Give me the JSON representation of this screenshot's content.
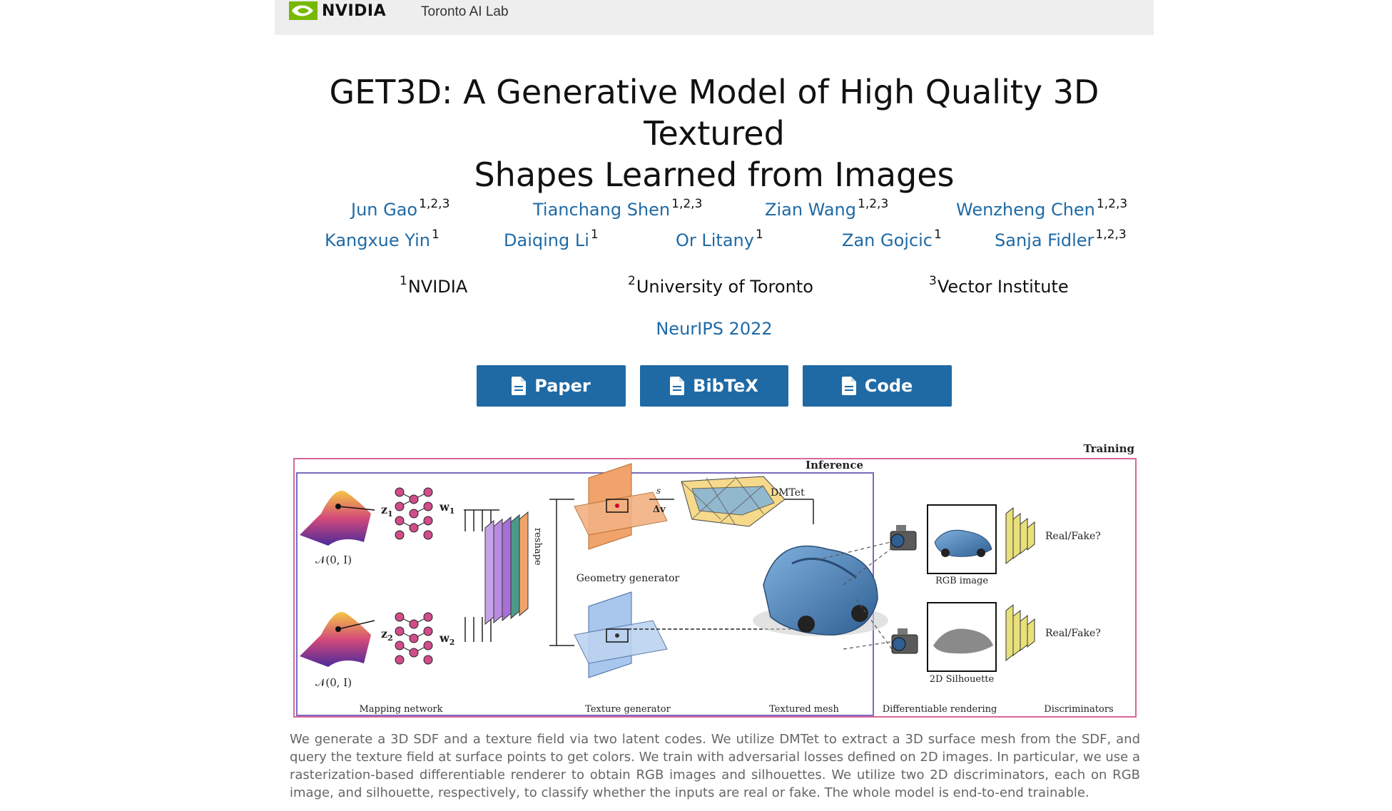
{
  "header": {
    "logo_text": "NVIDIA",
    "lab": "Toronto AI Lab"
  },
  "title_lines": [
    "GET3D: A Generative Model of High Quality 3D Textured",
    "Shapes Learned from Images"
  ],
  "authors": [
    {
      "name": "Jun Gao",
      "aff": "1,2,3"
    },
    {
      "name": "Tianchang Shen",
      "aff": "1,2,3"
    },
    {
      "name": "Zian Wang",
      "aff": "1,2,3"
    },
    {
      "name": "Wenzheng Chen",
      "aff": "1,2,3"
    },
    {
      "name": "Kangxue Yin",
      "aff": "1"
    },
    {
      "name": "Daiqing Li",
      "aff": "1"
    },
    {
      "name": "Or Litany",
      "aff": "1"
    },
    {
      "name": "Zan Gojcic",
      "aff": "1"
    },
    {
      "name": "Sanja Fidler",
      "aff": "1,2,3"
    }
  ],
  "affiliations": [
    {
      "num": "1",
      "name": "NVIDIA"
    },
    {
      "num": "2",
      "name": "University of Toronto"
    },
    {
      "num": "3",
      "name": "Vector Institute"
    }
  ],
  "venue": "NeurIPS 2022",
  "buttons": [
    {
      "label": "Paper",
      "icon": "file-icon"
    },
    {
      "label": "BibTeX",
      "icon": "file-icon"
    },
    {
      "label": "Code",
      "icon": "file-icon"
    }
  ],
  "figure": {
    "training_label": "Training",
    "inference_label": "Inference",
    "z1": "z",
    "z1_sub": "1",
    "z2": "z",
    "z2_sub": "2",
    "w1": "w",
    "w1_sub": "1",
    "w2": "w",
    "w2_sub": "2",
    "normal_label": "𝒩(0, I)",
    "reshape": "reshape",
    "si_label": "s",
    "dv_label": "Δv",
    "dmtet": "DMTet",
    "geometry_generator": "Geometry generator",
    "rgb_image": "RGB image",
    "silhouette": "2D Silhouette",
    "real_fake": "Real/Fake?",
    "bottom_labels": {
      "mapping": "Mapping network",
      "texture": "Texture generator",
      "mesh": "Textured mesh",
      "render": "Differentiable rendering",
      "disc": "Discriminators"
    },
    "colors": {
      "training_border": "#d8679a",
      "inference_border": "#7b6bbf",
      "car": "#4d88c4"
    }
  },
  "caption": "We generate a 3D SDF and a texture field via two latent codes. We utilize DMTet to extract a 3D surface mesh from the SDF, and query the texture field at surface points to get colors. We train with adversarial losses defined on 2D images. In particular, we use a rasterization-based differentiable renderer to obtain RGB images and silhouettes. We utilize two 2D discriminators, each on RGB image, and silhouette, respectively, to classify whether the inputs are real or fake. The whole model is end-to-end trainable."
}
